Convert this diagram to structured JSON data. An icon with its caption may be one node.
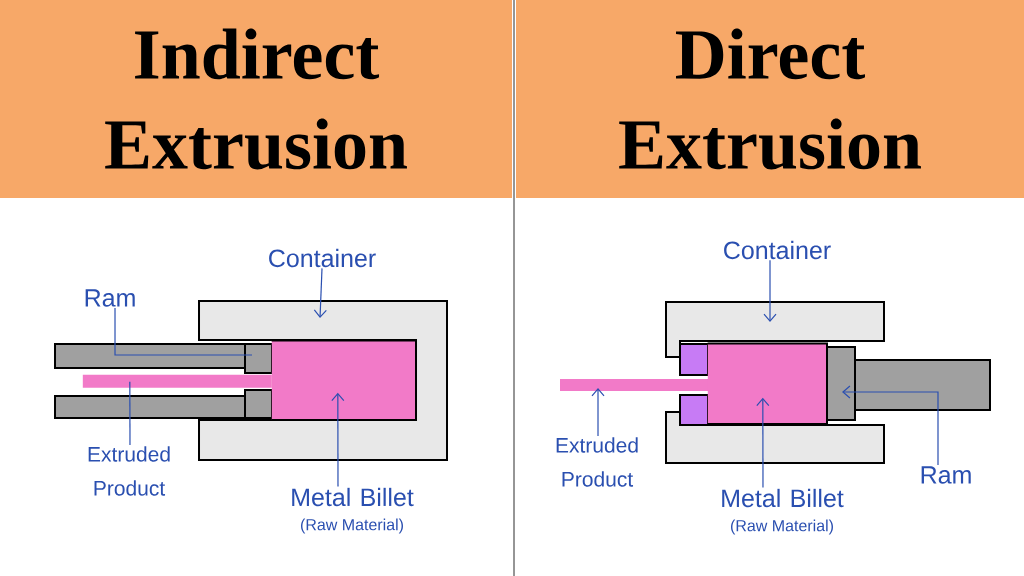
{
  "diagram": {
    "nodes": [
      {
        "text": [
          "Indirect Extrusion"
        ]
      },
      {
        "text": [
          "Direct Extrusion"
        ]
      },
      {
        "text": [
          "Container"
        ]
      },
      {
        "text": [
          "Ram"
        ]
      },
      {
        "text": [
          "Extruded Product"
        ]
      },
      {
        "text": [
          "Metal Billet"
        ],
        "beside": [
          "(Raw Material)"
        ]
      },
      {
        "text": [],
        "shape": "box"
      },
      {
        "text": [],
        "shape": "box"
      },
      {
        "text": [],
        "shape": "bar",
        "in": 7
      },
      {
        "text": [],
        "shape": "box",
        "in": 6
      },
      {
        "text": [
          "Container"
        ]
      },
      {
        "text": [
          "Extruded Product"
        ]
      },
      {
        "text": [
          "Metal Billet"
        ],
        "beside": [
          "(Raw Material)"
        ]
      },
      {
        "text": [
          "Ram"
        ]
      },
      {
        "text": [],
        "shape": "box"
      },
      {
        "text": [],
        "shape": "bar"
      },
      {
        "text": [],
        "shape": "box",
        "in": 14
      },
      {
        "text": [],
        "shape": "box"
      }
    ],
    "edges": [
      {
        "from": 2,
        "to": 6,
        "arrow": "to"
      },
      {
        "from": 3,
        "to": 7,
        "arrow": "none"
      },
      {
        "from": 4,
        "to": 8,
        "arrow": "none"
      },
      {
        "from": 5,
        "to": 9,
        "arrow": "to"
      },
      {
        "from": 10,
        "to": 14,
        "arrow": "to"
      },
      {
        "from": 11,
        "to": 15,
        "arrow": "to"
      },
      {
        "from": 12,
        "to": 16,
        "arrow": "to"
      },
      {
        "from": 13,
        "to": 17,
        "arrow": "to"
      }
    ]
  }
}
